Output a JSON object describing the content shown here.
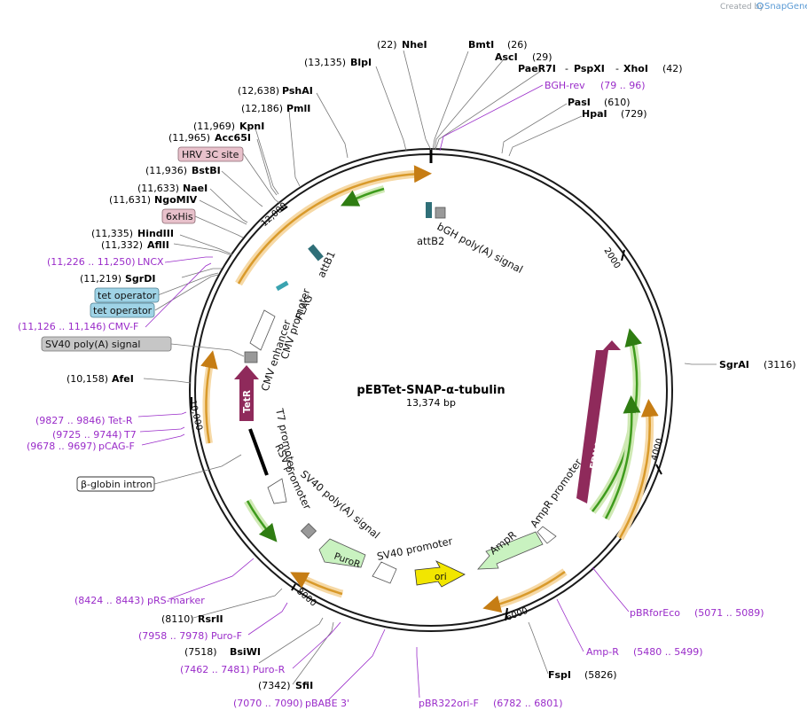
{
  "credit": {
    "prefix": "Created by",
    "brand": "SnapGene"
  },
  "plasmid": {
    "name": "pEBTet-SNAP-α-tubulin",
    "length": "13,374 bp"
  },
  "ticks": [
    "2000",
    "4000",
    "6000",
    "8000",
    "10,000",
    "12,000"
  ],
  "sites": [
    {
      "pos": "(22)",
      "name": "NheI"
    },
    {
      "pos": "(26)",
      "name": "BmtI"
    },
    {
      "pos": "(29)",
      "name": "AscI"
    },
    {
      "name": "PaeR7I"
    },
    {
      "name": "PspXI"
    },
    {
      "name": "XhoI",
      "pos": "(42)"
    },
    {
      "pos": "(13,135)",
      "name": "BlpI"
    },
    {
      "name": "PasI",
      "pos": "(610)"
    },
    {
      "name": "HpaI",
      "pos": "(729)"
    },
    {
      "pos": "(12,638)",
      "name": "PshAI"
    },
    {
      "pos": "(12,186)",
      "name": "PmlI"
    },
    {
      "pos": "(11,969)",
      "name": "KpnI"
    },
    {
      "pos": "(11,965)",
      "name": "Acc65I"
    },
    {
      "pos": "(11,936)",
      "name": "BstBI"
    },
    {
      "pos": "(11,633)",
      "name": "NaeI"
    },
    {
      "pos": "(11,631)",
      "name": "NgoMIV"
    },
    {
      "pos": "(11,335)",
      "name": "HindIII"
    },
    {
      "pos": "(11,332)",
      "name": "AflII"
    },
    {
      "pos": "(11,219)",
      "name": "SgrDI"
    },
    {
      "pos": "(10,158)",
      "name": "AfeI"
    },
    {
      "name": "SgrAI",
      "pos": "(3116)"
    },
    {
      "name": "FspI",
      "pos": "(5826)"
    },
    {
      "pos": "(8110)",
      "name": "RsrII"
    },
    {
      "pos": "(7518)",
      "name": "BsiWI"
    },
    {
      "pos": "(7342)",
      "name": "SfiI"
    }
  ],
  "primers": [
    {
      "name": "BGH-rev",
      "range": "(79 .. 96)"
    },
    {
      "range": "(11,226 .. 11,250)",
      "name": "LNCX"
    },
    {
      "range": "(11,126 .. 11,146)",
      "name": "CMV-F"
    },
    {
      "range": "(9827 .. 9846)",
      "name": "Tet-R"
    },
    {
      "range": "(9725 .. 9744)",
      "name": "T7"
    },
    {
      "range": "(9678 .. 9697)",
      "name": "pCAG-F"
    },
    {
      "range": "(8424 .. 8443)",
      "name": "pRS-marker"
    },
    {
      "range": "(7958 .. 7978)",
      "name": "Puro-F"
    },
    {
      "range": "(7462 .. 7481)",
      "name": "Puro-R"
    },
    {
      "range": "(7070 .. 7090)",
      "name": "pBABE 3'"
    },
    {
      "name": "pBR322ori-F",
      "range": "(6782 .. 6801)"
    },
    {
      "name": "pBRforEco",
      "range": "(5071 .. 5089)"
    },
    {
      "name": "Amp-R",
      "range": "(5480 .. 5499)"
    }
  ],
  "boxed_features": [
    "HRV 3C site",
    "6xHis",
    "tet operator",
    "tet operator",
    "SV40 poly(A) signal",
    "β-globin intron"
  ],
  "features": {
    "attB2": "attB2",
    "bgh": "bGH poly(A) signal",
    "attB1": "attB1",
    "flag": "FLAG",
    "cmv_enhancer": "CMV enhancer",
    "cmv_promoter": "CMV promoter",
    "tetr": "TetR",
    "t7": "T7 promoter",
    "rsv": "RSV promoter",
    "sv40pa": "SV40 poly(A) signal",
    "puror": "PuroR",
    "sv40p": "SV40 promoter",
    "ori": "ori",
    "ampr": "AmpR",
    "ampr_promoter": "AmpR promoter",
    "ebna1": "EBNA1"
  },
  "colors": {
    "backbone": "#1a1a1a",
    "primer": "#9a2cc9",
    "orange_arc": "#d99a2b",
    "orange_glow": "#f6d9a6",
    "green_arc": "#3e9b1d",
    "green_glow": "#cfe9b4",
    "tetr": "#8f2a5b",
    "ebna1": "#8f2a5b",
    "puror": "#c9f2c0",
    "ampr": "#c9f2c0",
    "ori": "#f2e600",
    "tet_operator_box": "#9fd3e6",
    "pink_box": "#e8c1cb",
    "grey_box": "#c6c6c6"
  }
}
